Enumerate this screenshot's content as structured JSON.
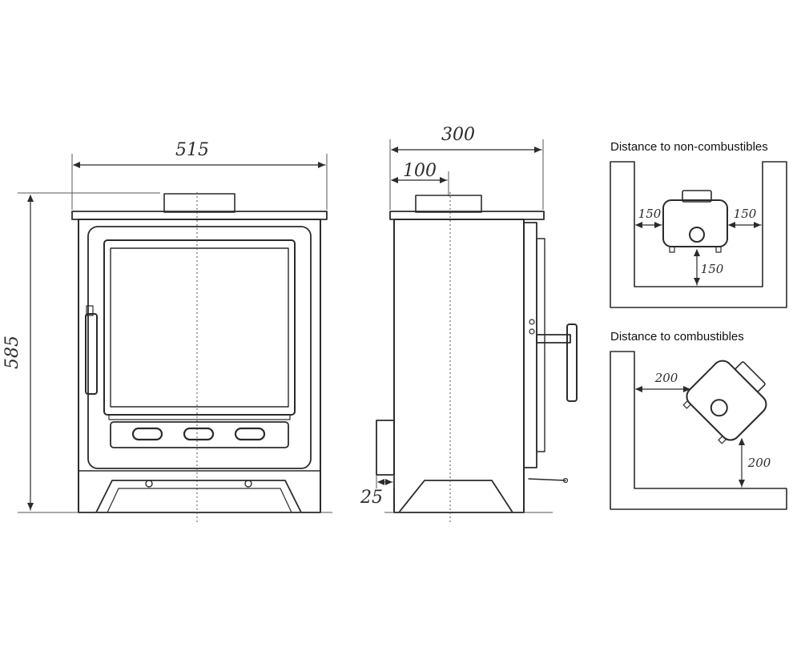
{
  "front_view": {
    "width_label": "515",
    "height_label": "585"
  },
  "side_view": {
    "depth_label": "300",
    "flue_offset_label": "100",
    "rear_flue_label": "25"
  },
  "non_combustibles": {
    "title": "Distance to non-combustibles",
    "left_label": "150",
    "right_label": "150",
    "rear_label": "150"
  },
  "combustibles": {
    "title": "Distance to combustibles",
    "side_label": "200",
    "rear_label": "200"
  },
  "colors": {
    "ink": "#2b2b2b",
    "wall_fill": "#e6e6e6",
    "glass_fill": "#f3f3f3"
  }
}
